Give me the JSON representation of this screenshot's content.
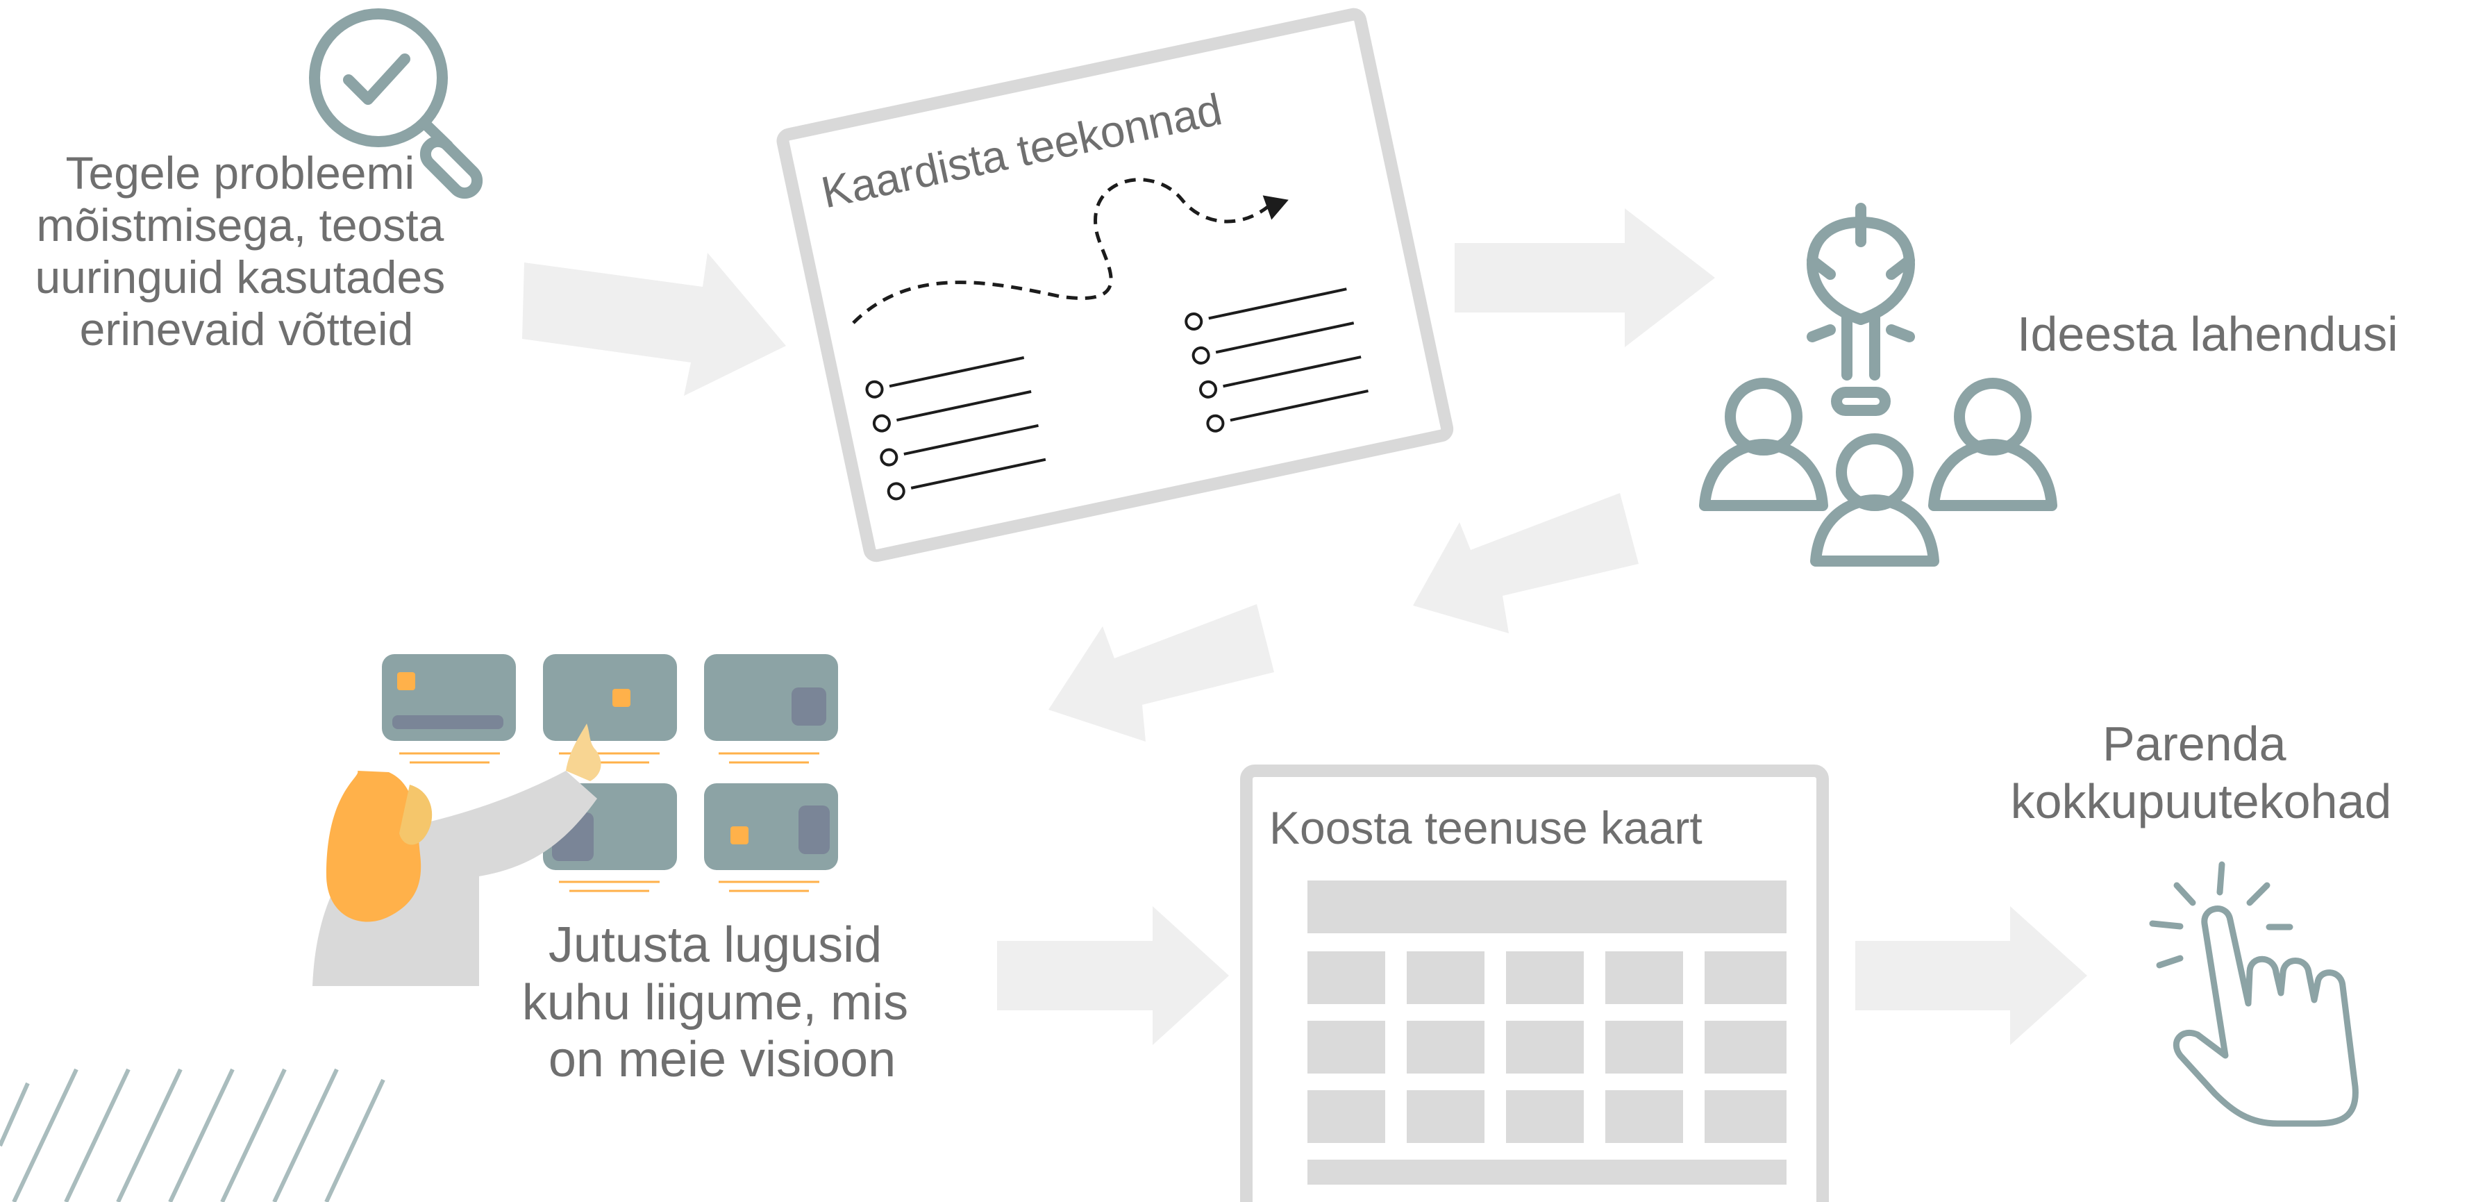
{
  "colors": {
    "teal": "#8ca3a5",
    "arrow_gray": "#efefef",
    "frame_gray": "#d9d9d9",
    "block_gray": "#dadada",
    "text_gray": "#6f6f6f",
    "orange": "#ffb14a",
    "dark": "#1c1c1c"
  },
  "steps": {
    "research": {
      "lines": [
        "Tegele probleemi",
        "mõistmisega, teosta",
        "uuringuid kasutades",
        "erinevaid võtteid"
      ],
      "icon": "magnifier-check-icon"
    },
    "journey": {
      "title": "Kaardista teekonnad",
      "icon": "journey-map-icon"
    },
    "ideate": {
      "label": "Ideesta lahendusi",
      "icon": "team-lightbulb-icon"
    },
    "stories": {
      "lines": [
        "Jutusta lugusid",
        "kuhu liigume, mis",
        "on meie visioon"
      ],
      "icon": "storyboard-illustration"
    },
    "service_map": {
      "title": "Koosta teenuse kaart",
      "icon": "service-blueprint-icon"
    },
    "improve": {
      "lines": [
        "Parenda",
        "kokkupuutekohad"
      ],
      "icon": "tap-hand-icon"
    }
  }
}
